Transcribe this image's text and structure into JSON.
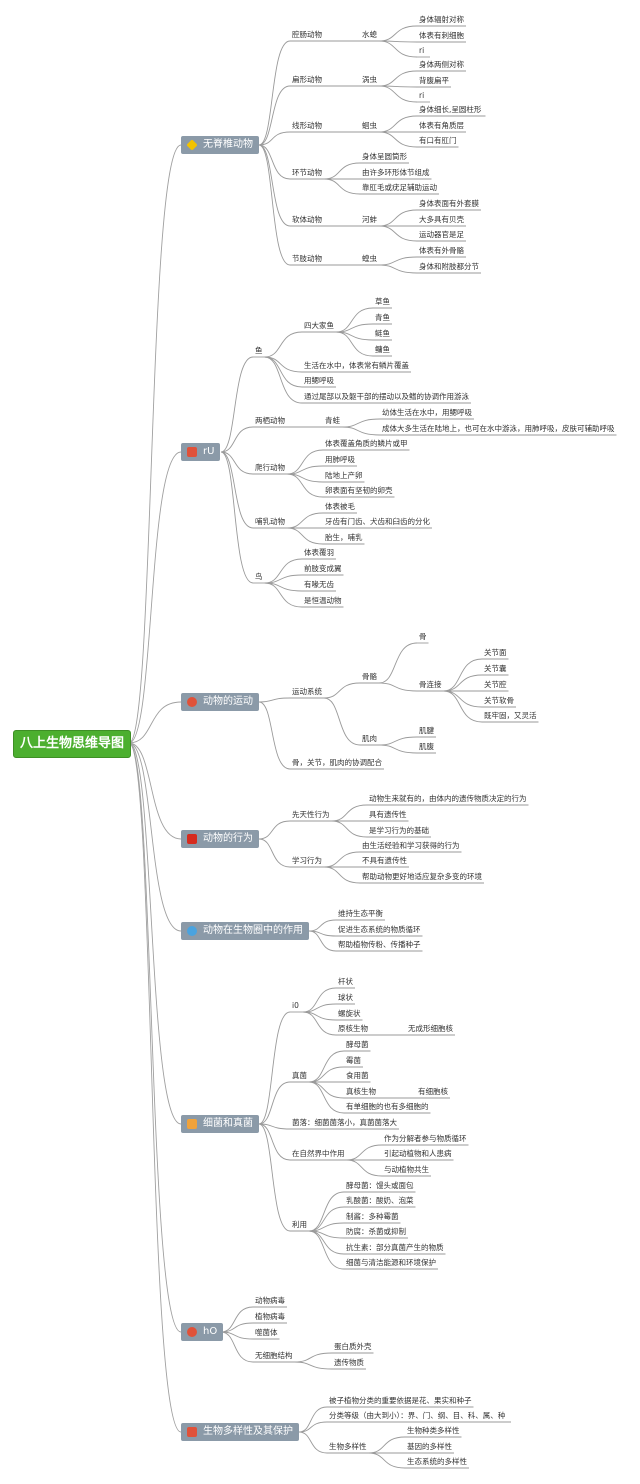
{
  "root": "八上生物思维导图",
  "categories": [
    {
      "label": "无脊椎动物",
      "icon": "diamond-icon",
      "color": "#f2c200"
    },
    {
      "label": "rU",
      "icon": "arrows-icon",
      "color": "#e0523a"
    },
    {
      "label": "动物的运动",
      "icon": "circle-icon",
      "color": "#e0523a"
    },
    {
      "label": "动物的行为",
      "icon": "flag-icon",
      "color": "#d62b1e"
    },
    {
      "label": "动物在生物圈中的作用",
      "icon": "globe-icon",
      "color": "#4aa3df"
    },
    {
      "label": "细菌和真菌",
      "icon": "hand-icon",
      "color": "#f0a23b"
    },
    {
      "label": "hO",
      "icon": "circle-icon",
      "color": "#e0523a"
    },
    {
      "label": "生物多样性及其保护",
      "icon": "arrows-icon",
      "color": "#e0523a"
    }
  ],
  "nodes": {
    "a1": "腔肠动物",
    "a1a": "水螅",
    "a1a1": "身体辐射对称",
    "a1a2": "体表有刺细胞",
    "a1a3": "ri",
    "a2": "扁形动物",
    "a2a": "涡虫",
    "a2a1": "身体两侧对称",
    "a2a2": "背腹扁平",
    "a2a3": "ri",
    "a3": "线形动物",
    "a3a": "蛔虫",
    "a3a1": "身体细长,呈圆柱形",
    "a3a2": "体表有角质层",
    "a3a3": "有口有肛门",
    "a4": "环节动物",
    "a4a": "身体呈圆筒形",
    "a4b": "由许多环形体节组成",
    "a4c": "靠肛毛或疣足辅助运动",
    "a5": "软体动物",
    "a5a": "河蚌",
    "a5a1": "身体表面有外套膜",
    "a5a2": "大多具有贝壳",
    "a5a3": "运动器官是足",
    "a6": "节肢动物",
    "a6a": "蝗虫",
    "a6a1": "体表有外骨骼",
    "a6a2": "身体和附肢都分节",
    "b1": "鱼",
    "b1a": "四大家鱼",
    "b1a1": "草鱼",
    "b1a2": "青鱼",
    "b1a3": "鲢鱼",
    "b1a4": "鳙鱼",
    "b1b": "生活在水中，体表常有鳞片覆盖",
    "b1c": "用鳃呼吸",
    "b1d": "通过尾部以及躯干部的摆动以及鳍的协调作用游泳",
    "b2": "两栖动物",
    "b2a": "青蛙",
    "b2a1": "幼体生活在水中，用鳃呼吸",
    "b2a2": "成体大多生活在陆地上，也可在水中游泳，用肺呼吸，皮肤可辅助呼吸",
    "b3": "爬行动物",
    "b3a": "体表覆盖角质的鳞片或甲",
    "b3b": "用肺呼吸",
    "b3c": "陆地上产卵",
    "b3d": "卵表面有坚韧的卵壳",
    "b4": "哺乳动物",
    "b4a": "体表被毛",
    "b4b": "牙齿有门齿、犬齿和臼齿的分化",
    "b4c": "胎生，哺乳",
    "b5": "鸟",
    "b5a": "体表覆羽",
    "b5b": "前肢变成翼",
    "b5c": "有喙无齿",
    "b5d": "是恒温动物",
    "c1": "运动系统",
    "c1a": "骨骼",
    "c1a1": "骨",
    "c1a2": "骨连接",
    "c1a2a": "关节面",
    "c1a2b": "关节囊",
    "c1a2c": "关节腔",
    "c1a2d": "关节软骨",
    "c1a2e": "既牢固，又灵活",
    "c1b": "肌肉",
    "c1b1": "肌腱",
    "c1b2": "肌腹",
    "c2": "骨，关节，肌肉的协调配合",
    "d1": "先天性行为",
    "d1a": "动物生来就有的，由体内的遗传物质决定的行为",
    "d1b": "具有遗传性",
    "d1c": "是学习行为的基础",
    "d2": "学习行为",
    "d2a": "由生活经验和学习获得的行为",
    "d2b": "不具有遗传性",
    "d2c": "帮助动物更好地适应复杂多变的环境",
    "e1": "维持生态平衡",
    "e2": "促进生态系统的物质循环",
    "e3": "帮助植物传粉、传播种子",
    "f1": "i0",
    "f1a": "杆状",
    "f1b": "球状",
    "f1c": "螺旋状",
    "f1d": "原核生物",
    "f1d1": "无成形细胞核",
    "f2": "真菌",
    "f2a": "酵母菌",
    "f2b": "霉菌",
    "f2c": "食用菌",
    "f2d": "真核生物",
    "f2d1": "有细胞核",
    "f2e": "有单细胞的也有多细胞的",
    "f3": "菌落：细菌菌落小，真菌菌落大",
    "f4": "在自然界中作用",
    "f4a": "作为分解者参与物质循环",
    "f4b": "引起动植物和人患病",
    "f4c": "与动植物共生",
    "f5": "利用",
    "f5a": "酵母菌：馒头或面包",
    "f5b": "乳酸菌：酸奶、泡菜",
    "f5c": "制酱：多种霉菌",
    "f5d": "防腐：杀菌或抑制",
    "f5e": "抗生素：部分真菌产生的物质",
    "f5f": "细菌与清洁能源和环境保护",
    "g1": "动物病毒",
    "g2": "植物病毒",
    "g3": "噬菌体",
    "g4": "无细胞结构",
    "g4a": "蛋白质外壳",
    "g4b": "遗传物质",
    "h1": "被子植物分类的重要依据是花、果实和种子",
    "h2": "分类等级（由大到小）：界、门、纲、目、科、属、种",
    "h3": "生物多样性",
    "h3a": "生物种类多样性",
    "h3b": "基因的多样性",
    "h3c": "生态系统的多样性"
  }
}
